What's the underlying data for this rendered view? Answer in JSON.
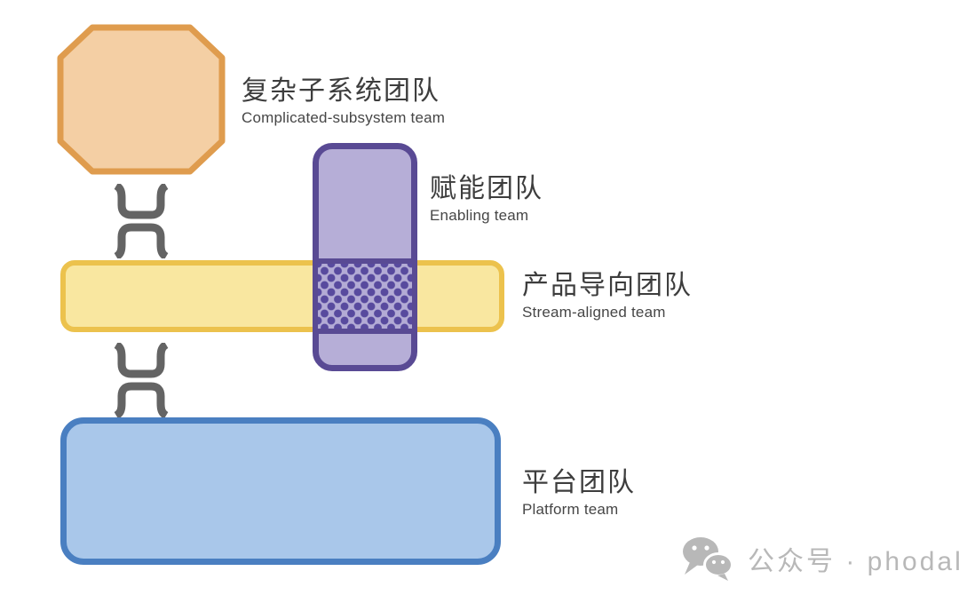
{
  "teams": [
    {
      "name": "complicated-subsystem-team",
      "shape": "octagon",
      "label_zh": "复杂子系统团队",
      "label_en": "Complicated-subsystem team",
      "fill": "#f4cfa4",
      "border": "#df9c4e"
    },
    {
      "name": "enabling-team",
      "shape": "vertical-rounded-rectangle",
      "label_zh": "赋能团队",
      "label_en": "Enabling team",
      "fill": "#b6aed7",
      "border": "#594a94"
    },
    {
      "name": "stream-aligned-team",
      "shape": "horizontal-rounded-rectangle",
      "label_zh": "产品导向团队",
      "label_en": "Stream-aligned team",
      "fill": "#f9e7a0",
      "border": "#ecc24d"
    },
    {
      "name": "platform-team",
      "shape": "rounded-rectangle",
      "label_zh": "平台团队",
      "label_en": "Platform team",
      "fill": "#a9c7ea",
      "border": "#4a7fc1"
    }
  ],
  "interactions": {
    "x_as_a_service": {
      "symbol": "facing-brackets",
      "color": "#646464",
      "instances": 2
    },
    "collaboration": {
      "symbol": "dotted-overlap",
      "dot_color": "#584a9e",
      "background": "#b3abd5",
      "between": [
        "enabling-team",
        "stream-aligned-team"
      ]
    }
  },
  "watermark": {
    "icon": "wechat-icon",
    "text": "公众号 · phodal",
    "color": "#b8b8b8"
  }
}
